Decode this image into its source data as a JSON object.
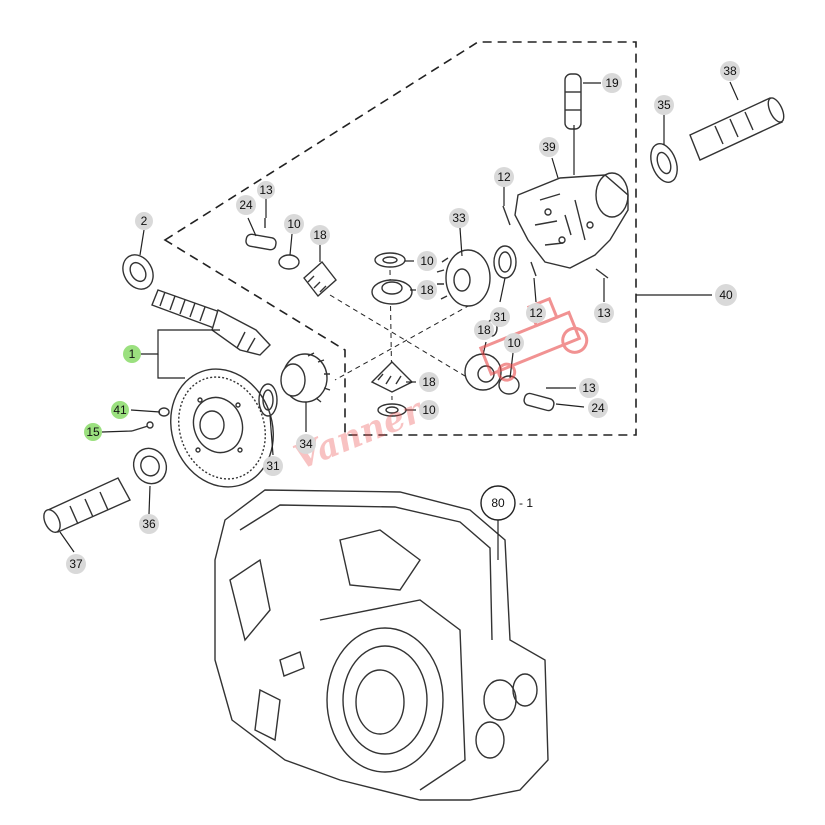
{
  "callouts": [
    {
      "label": "1",
      "highlight": true
    },
    {
      "label": "2"
    },
    {
      "label": "10"
    },
    {
      "label": "10"
    },
    {
      "label": "10"
    },
    {
      "label": "10"
    },
    {
      "label": "12"
    },
    {
      "label": "12"
    },
    {
      "label": "13"
    },
    {
      "label": "13"
    },
    {
      "label": "13"
    },
    {
      "label": "15",
      "highlight": true
    },
    {
      "label": "18"
    },
    {
      "label": "18"
    },
    {
      "label": "18"
    },
    {
      "label": "18"
    },
    {
      "label": "19"
    },
    {
      "label": "24"
    },
    {
      "label": "24"
    },
    {
      "label": "31"
    },
    {
      "label": "31"
    },
    {
      "label": "33"
    },
    {
      "label": "34"
    },
    {
      "label": "35"
    },
    {
      "label": "36"
    },
    {
      "label": "37"
    },
    {
      "label": "38"
    },
    {
      "label": "39"
    },
    {
      "label": "40"
    },
    {
      "label": "41",
      "highlight": true
    }
  ],
  "housing_callout": {
    "label": "80",
    "suffix": "- 1"
  },
  "watermark": {
    "text": "Vanner",
    "logo": "tractor-logo"
  },
  "colors": {
    "callout_bg": "#d9d9d9",
    "callout_highlight": "#9be07f",
    "line": "#222222",
    "watermark": "#eb4646"
  }
}
